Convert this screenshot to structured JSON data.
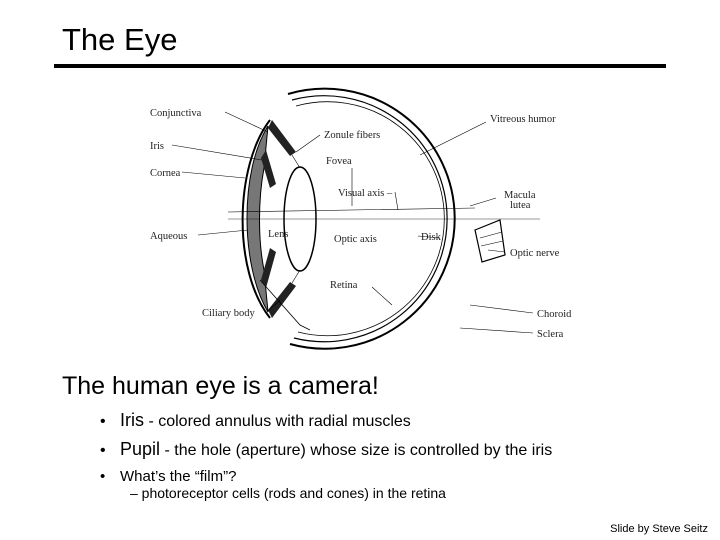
{
  "slide": {
    "title": "The Eye",
    "heading": "The human eye is a camera!",
    "bullets": [
      {
        "term": "Iris",
        "text": " - colored annulus with radial muscles"
      },
      {
        "term": "Pupil",
        "text": " - the hole (aperture) whose size is controlled by the iris"
      },
      {
        "text": "What’s the “film”?"
      }
    ],
    "sub_bullet": {
      "prefix": "– photoreceptor cells (rods and cones) in the ",
      "term": "retina"
    },
    "credit": "Slide by Steve Seitz"
  },
  "diagram": {
    "labels": {
      "conjunctiva": "Conjunctiva",
      "iris": "Iris",
      "cornea": "Cornea",
      "aqueous": "Aqueous",
      "ciliary_body": "Ciliary body",
      "zonule_fibers": "Zonule fibers",
      "fovea": "Fovea",
      "visual_axis": "Visual axis –",
      "lens": "Lens",
      "optic_axis": "Optic axis",
      "disk": "Disk",
      "retina": "Retina",
      "vitreous_humor": "Vitreous humor",
      "macula": "Macula",
      "lutea": "lutea",
      "optic_nerve": "Optic nerve",
      "choroid": "Choroid",
      "sclera": "Sclera"
    }
  }
}
